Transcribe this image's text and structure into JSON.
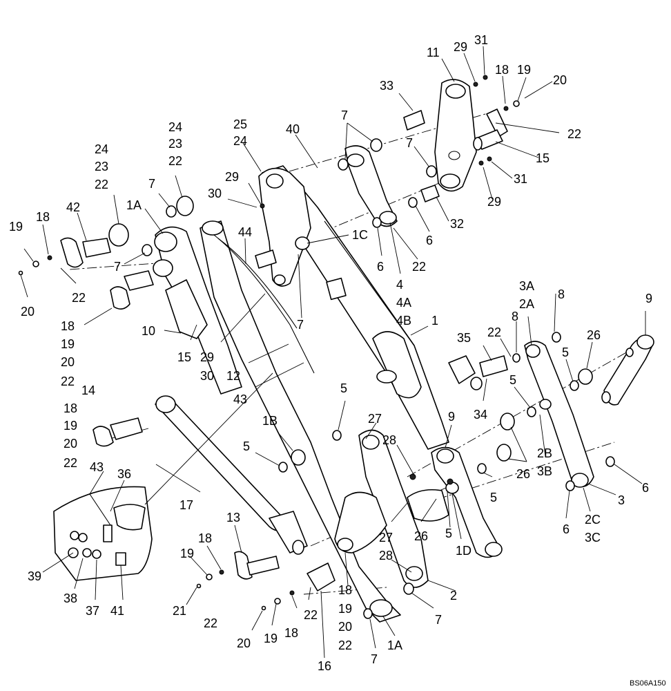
{
  "diagram": {
    "figure_code": "BS06A150",
    "callouts": [
      {
        "id": "c1",
        "text": "11"
      },
      {
        "id": "c2",
        "text": "29"
      },
      {
        "id": "c3",
        "text": "31"
      },
      {
        "id": "c4",
        "text": "18"
      },
      {
        "id": "c5",
        "text": "19"
      },
      {
        "id": "c6",
        "text": "20"
      },
      {
        "id": "c7",
        "text": "33"
      },
      {
        "id": "c8",
        "text": "22"
      },
      {
        "id": "c9",
        "text": "15"
      },
      {
        "id": "c10",
        "text": "7"
      },
      {
        "id": "c11",
        "text": "7"
      },
      {
        "id": "c12",
        "text": "31"
      },
      {
        "id": "c13",
        "text": "29"
      },
      {
        "id": "c14",
        "text": "32"
      },
      {
        "id": "c15",
        "text": "25"
      },
      {
        "id": "c16",
        "text": "24"
      },
      {
        "id": "c17",
        "text": "40"
      },
      {
        "id": "c18",
        "text": "24"
      },
      {
        "id": "c19",
        "text": "23"
      },
      {
        "id": "c20",
        "text": "22"
      },
      {
        "id": "c21",
        "text": "24"
      },
      {
        "id": "c22",
        "text": "23"
      },
      {
        "id": "c23",
        "text": "22"
      },
      {
        "id": "c24",
        "text": "7"
      },
      {
        "id": "c25",
        "text": "29"
      },
      {
        "id": "c26",
        "text": "30"
      },
      {
        "id": "c27",
        "text": "44"
      },
      {
        "id": "c28",
        "text": "1C"
      },
      {
        "id": "c29",
        "text": "6"
      },
      {
        "id": "c30",
        "text": "6"
      },
      {
        "id": "c31",
        "text": "22"
      },
      {
        "id": "c32",
        "text": "4"
      },
      {
        "id": "c33",
        "text": "4A"
      },
      {
        "id": "c34",
        "text": "4B"
      },
      {
        "id": "c35",
        "text": "1"
      },
      {
        "id": "c36",
        "text": "1A"
      },
      {
        "id": "c37",
        "text": "42"
      },
      {
        "id": "c38",
        "text": "19"
      },
      {
        "id": "c39",
        "text": "18"
      },
      {
        "id": "c40",
        "text": "7"
      },
      {
        "id": "c41",
        "text": "22"
      },
      {
        "id": "c42",
        "text": "20"
      },
      {
        "id": "c43",
        "text": "18"
      },
      {
        "id": "c44",
        "text": "19"
      },
      {
        "id": "c45",
        "text": "20"
      },
      {
        "id": "c46",
        "text": "22"
      },
      {
        "id": "c47",
        "text": "10"
      },
      {
        "id": "c48",
        "text": "15"
      },
      {
        "id": "c49",
        "text": "29"
      },
      {
        "id": "c50",
        "text": "30"
      },
      {
        "id": "c51",
        "text": "12"
      },
      {
        "id": "c52",
        "text": "43"
      },
      {
        "id": "c53",
        "text": "7"
      },
      {
        "id": "c54",
        "text": "3A"
      },
      {
        "id": "c55",
        "text": "2A"
      },
      {
        "id": "c56",
        "text": "8"
      },
      {
        "id": "c57",
        "text": "8"
      },
      {
        "id": "c58",
        "text": "9"
      },
      {
        "id": "c59",
        "text": "35"
      },
      {
        "id": "c60",
        "text": "22"
      },
      {
        "id": "c61",
        "text": "5"
      },
      {
        "id": "c62",
        "text": "26"
      },
      {
        "id": "c63",
        "text": "34"
      },
      {
        "id": "c64",
        "text": "5"
      },
      {
        "id": "c65",
        "text": "14"
      },
      {
        "id": "c66",
        "text": "18"
      },
      {
        "id": "c67",
        "text": "19"
      },
      {
        "id": "c68",
        "text": "20"
      },
      {
        "id": "c69",
        "text": "22"
      },
      {
        "id": "c70",
        "text": "5"
      },
      {
        "id": "c71",
        "text": "27"
      },
      {
        "id": "c72",
        "text": "28"
      },
      {
        "id": "c73",
        "text": "9"
      },
      {
        "id": "c74",
        "text": "1B"
      },
      {
        "id": "c75",
        "text": "5"
      },
      {
        "id": "c76",
        "text": "2B"
      },
      {
        "id": "c77",
        "text": "3B"
      },
      {
        "id": "c78",
        "text": "26"
      },
      {
        "id": "c79",
        "text": "6"
      },
      {
        "id": "c80",
        "text": "3"
      },
      {
        "id": "c81",
        "text": "17"
      },
      {
        "id": "c82",
        "text": "43"
      },
      {
        "id": "c83",
        "text": "36"
      },
      {
        "id": "c84",
        "text": "5"
      },
      {
        "id": "c85",
        "text": "27"
      },
      {
        "id": "c86",
        "text": "26"
      },
      {
        "id": "c87",
        "text": "5"
      },
      {
        "id": "c88",
        "text": "1D"
      },
      {
        "id": "c89",
        "text": "6"
      },
      {
        "id": "c90",
        "text": "2C"
      },
      {
        "id": "c91",
        "text": "3C"
      },
      {
        "id": "c92",
        "text": "13"
      },
      {
        "id": "c93",
        "text": "28"
      },
      {
        "id": "c94",
        "text": "18"
      },
      {
        "id": "c95",
        "text": "19"
      },
      {
        "id": "c96",
        "text": "39"
      },
      {
        "id": "c97",
        "text": "38"
      },
      {
        "id": "c98",
        "text": "37"
      },
      {
        "id": "c99",
        "text": "41"
      },
      {
        "id": "c100",
        "text": "21"
      },
      {
        "id": "c101",
        "text": "22"
      },
      {
        "id": "c102",
        "text": "18"
      },
      {
        "id": "c103",
        "text": "19"
      },
      {
        "id": "c104",
        "text": "20"
      },
      {
        "id": "c105",
        "text": "22"
      },
      {
        "id": "c106",
        "text": "2"
      },
      {
        "id": "c107",
        "text": "7"
      },
      {
        "id": "c108",
        "text": "22"
      },
      {
        "id": "c109",
        "text": "18"
      },
      {
        "id": "c110",
        "text": "19"
      },
      {
        "id": "c111",
        "text": "20"
      },
      {
        "id": "c112",
        "text": "16"
      },
      {
        "id": "c113",
        "text": "7"
      },
      {
        "id": "c114",
        "text": "1A"
      }
    ]
  }
}
